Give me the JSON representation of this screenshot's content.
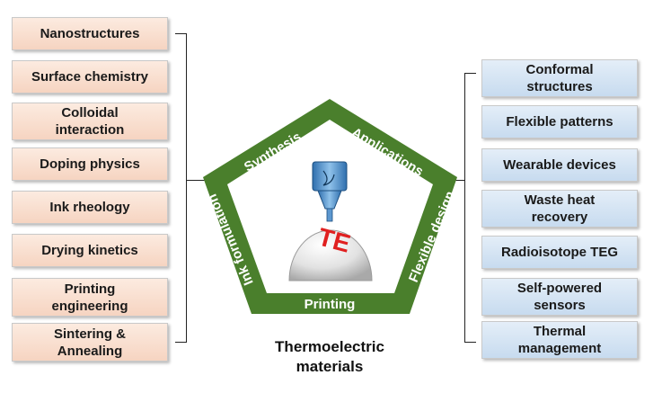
{
  "left_items": [
    "Nanostructures",
    "Surface chemistry",
    "Colloidal\ninteraction",
    "Doping physics",
    "Ink rheology",
    "Drying kinetics",
    "Printing\nengineering",
    "Sintering &\nAnnealing"
  ],
  "right_items": [
    "Conformal\nstructures",
    "Flexible patterns",
    "Wearable devices",
    "Waste heat\nrecovery",
    "Radioisotope TEG",
    "Self-powered\nsensors",
    "Thermal\nmanagement"
  ],
  "pentagon": {
    "synthesis": "Synthesis",
    "applications": "Applications",
    "flexible_design": "Flexible design",
    "printing": "Printing",
    "ink_formulation": "Ink formulation",
    "dome_text": "TE"
  },
  "center_title": "Thermoelectric\nmaterials",
  "colors": {
    "pentagon_green": "#4a7f2c",
    "left_box": "#f6d4c1",
    "right_box": "#c7dbef",
    "dome_text": "#e02020",
    "nozzle": "#4a86c8"
  }
}
